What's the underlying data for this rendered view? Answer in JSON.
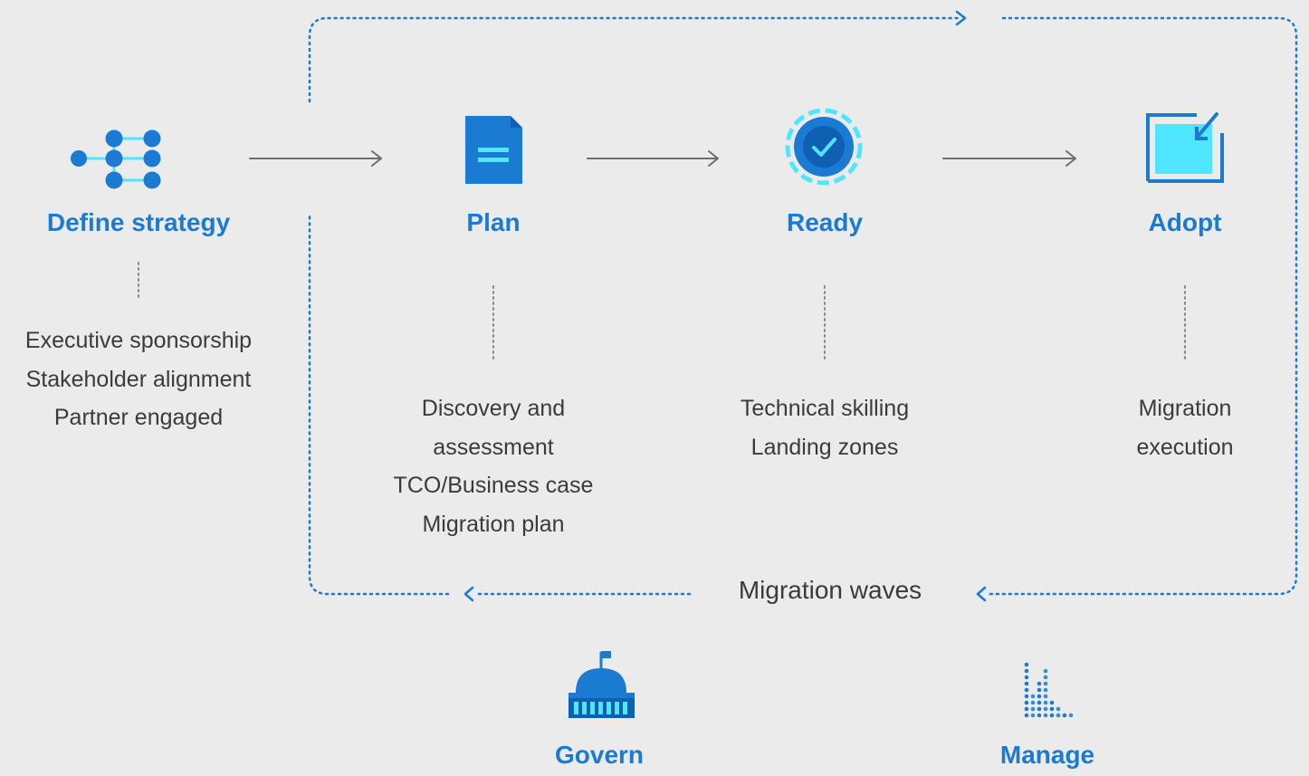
{
  "stages": {
    "define_strategy": {
      "title": "Define strategy",
      "items": [
        "Executive sponsorship",
        "Stakeholder alignment",
        "Partner engaged"
      ]
    },
    "plan": {
      "title": "Plan",
      "items": [
        "Discovery and",
        "assessment",
        "TCO/Business case",
        "Migration plan"
      ]
    },
    "ready": {
      "title": "Ready",
      "items": [
        "Technical skilling",
        "Landing zones"
      ]
    },
    "adopt": {
      "title": "Adopt",
      "items": [
        "Migration",
        "execution"
      ]
    }
  },
  "loop": {
    "label": "Migration waves"
  },
  "bottom": {
    "govern": {
      "title": "Govern"
    },
    "manage": {
      "title": "Manage"
    }
  },
  "icons": {
    "define_strategy": "hierarchy-nodes-icon",
    "plan": "document-icon",
    "ready": "checkmark-badge-icon",
    "adopt": "edit-square-icon",
    "govern": "capitol-building-icon",
    "manage": "dot-bar-chart-icon"
  },
  "colors": {
    "accent": "#1b7ad2",
    "accent_dark": "#0f5fb3",
    "cyan": "#50e6ff",
    "text": "#3b3b3b",
    "arrow": "#6e6e6e",
    "background": "#ebebeb"
  }
}
